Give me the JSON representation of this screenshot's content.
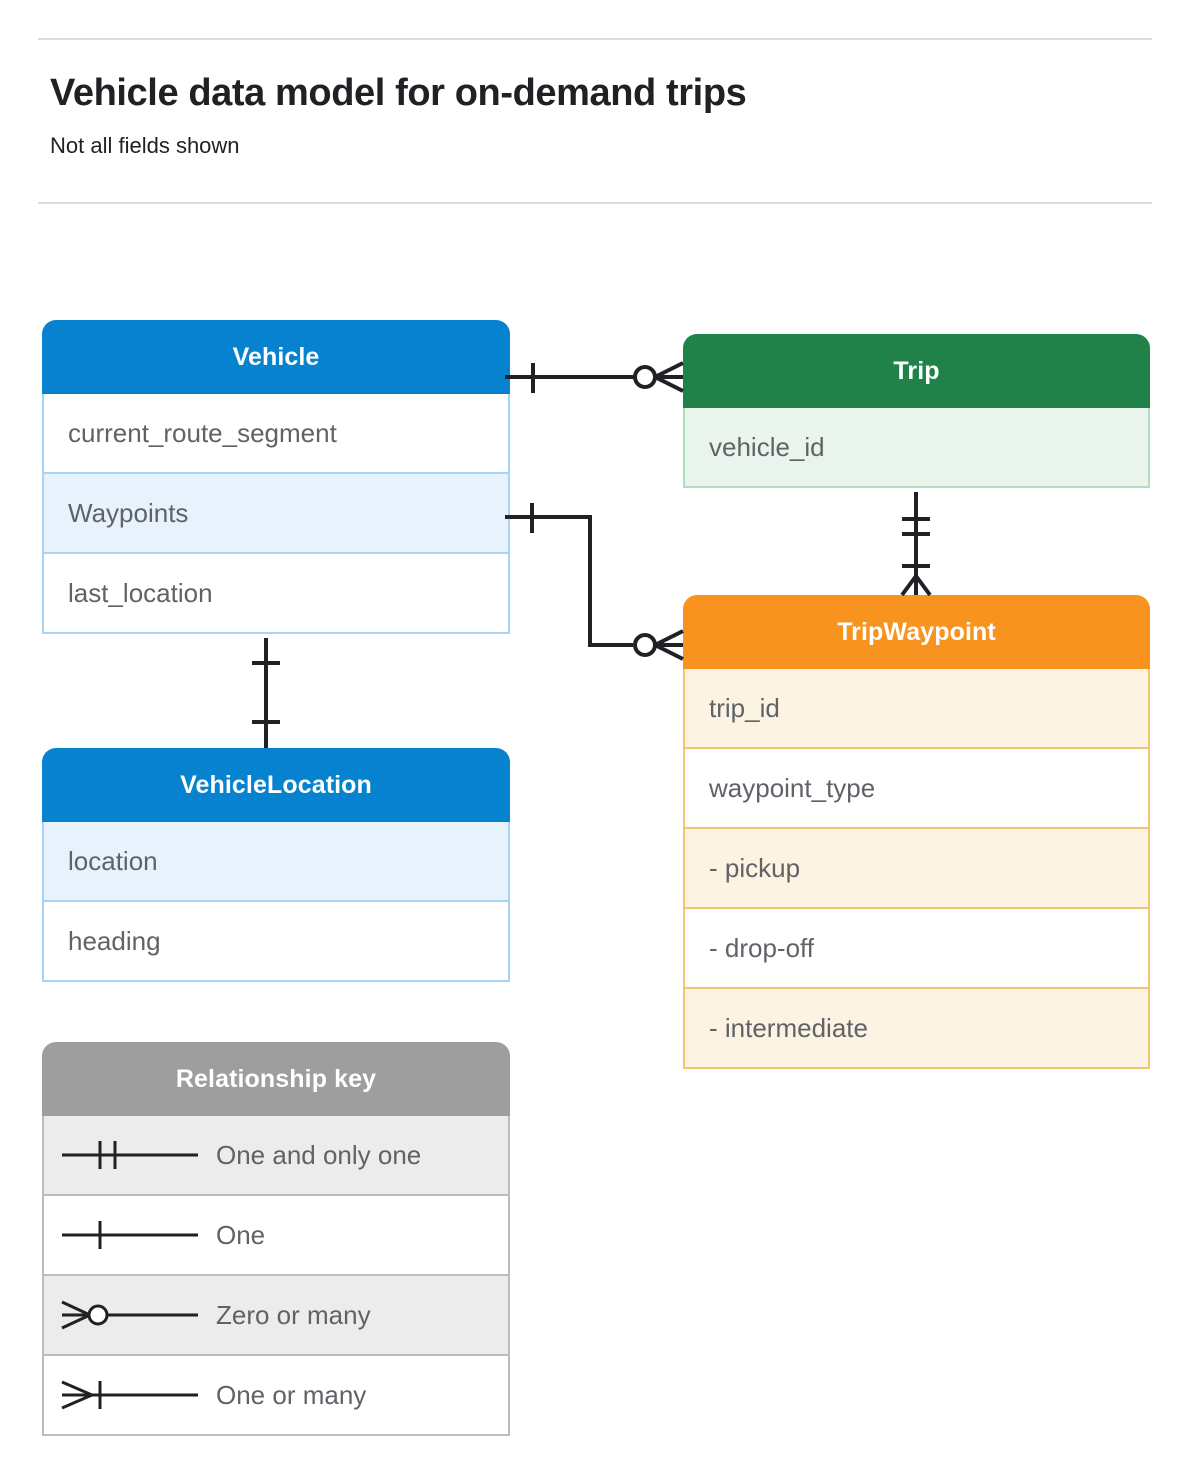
{
  "header": {
    "title": "Vehicle data model for on-demand trips",
    "subtitle": "Not all fields shown"
  },
  "colors": {
    "blue": "#0782ce",
    "blue_row_alt": "#e8f2fd",
    "blue_border": "#a8d4f5",
    "green": "#218249",
    "green_row_alt": "#e9f4ed",
    "green_border": "#b2dcc2",
    "orange": "#f7931e",
    "orange_row_alt": "#fdf3e2",
    "orange_border": "#f8c471",
    "gray": "#9e9e9e",
    "gray_row_alt": "#ececec",
    "text": "#5f6368",
    "rule": "#dadce0"
  },
  "entities": {
    "vehicle": {
      "name": "Vehicle",
      "fields": [
        {
          "label": "current_route_segment"
        },
        {
          "label": "Waypoints"
        },
        {
          "label": "last_location"
        }
      ]
    },
    "vehicle_location": {
      "name": "VehicleLocation",
      "fields": [
        {
          "label": "location"
        },
        {
          "label": "heading"
        }
      ]
    },
    "trip": {
      "name": "Trip",
      "fields": [
        {
          "label": "vehicle_id"
        }
      ]
    },
    "tripwaypoint": {
      "name": "TripWaypoint",
      "fields": [
        {
          "label": "trip_id"
        },
        {
          "label": "waypoint_type"
        },
        {
          "label": "-  pickup"
        },
        {
          "label": "-  drop-off"
        },
        {
          "label": "-  intermediate"
        }
      ]
    }
  },
  "legend": {
    "title": "Relationship key",
    "items": [
      {
        "symbol": "one-and-only-one-icon",
        "label": "One and only one"
      },
      {
        "symbol": "one-icon",
        "label": "One"
      },
      {
        "symbol": "zero-or-many-icon",
        "label": "Zero or many"
      },
      {
        "symbol": "one-or-many-icon",
        "label": "One or many"
      }
    ]
  },
  "relationships": [
    {
      "from": "Vehicle",
      "to": "Trip",
      "from_cardinality": "One",
      "to_cardinality": "Zero or many"
    },
    {
      "from": "Vehicle.Waypoints",
      "to": "TripWaypoint",
      "from_cardinality": "One",
      "to_cardinality": "Zero or many"
    },
    {
      "from": "Trip",
      "to": "TripWaypoint",
      "from_cardinality": "One and only one",
      "to_cardinality": "One or many"
    },
    {
      "from": "Vehicle",
      "to": "VehicleLocation",
      "from_cardinality": "One",
      "to_cardinality": "One"
    }
  ]
}
